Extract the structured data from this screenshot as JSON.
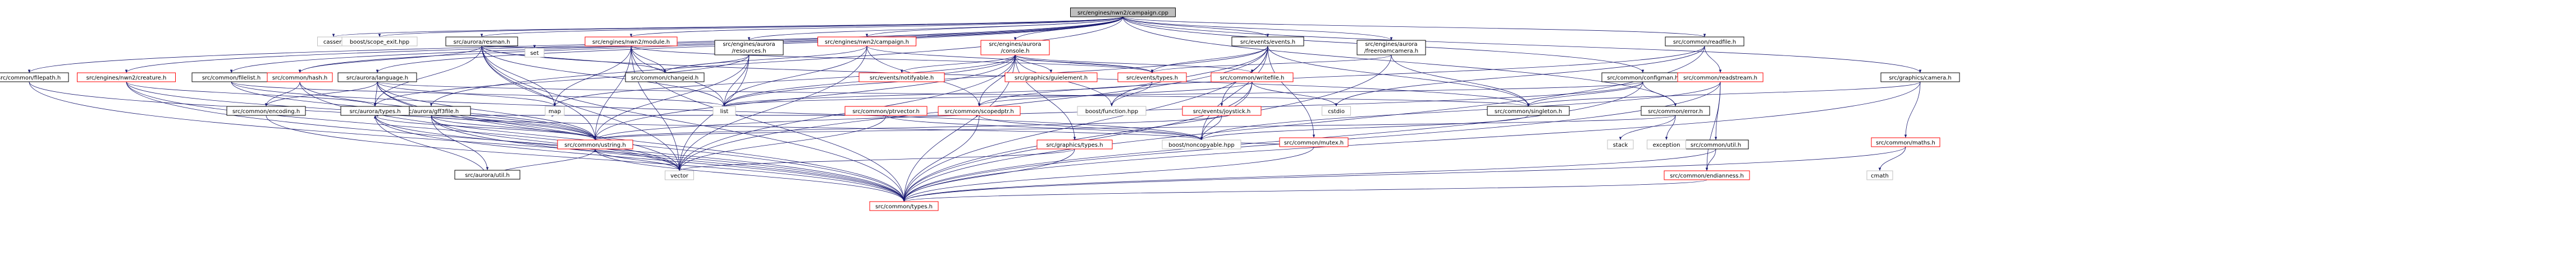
{
  "root": "src/engines/nwn2/campaign.cpp",
  "colors": {
    "edge": "#191970",
    "linked_border": "#000000",
    "link_border": "#ff0000",
    "external_border": "#bfbfbf",
    "root_fill": "#bfbfbf",
    "text": "#000000"
  },
  "nodes": [
    {
      "id": "root",
      "label": "src/engines/nwn2/campaign.cpp",
      "kind": "root"
    },
    {
      "id": "cassert",
      "label": "cassert",
      "kind": "external"
    },
    {
      "id": "scope_exit",
      "label": "boost/scope_exit.hpp",
      "kind": "external"
    },
    {
      "id": "aurora_resman",
      "label": "src/aurora/resman.h",
      "kind": "linked"
    },
    {
      "id": "common_filepath",
      "label": "src/common/filepath.h",
      "kind": "linked"
    },
    {
      "id": "nwn2_creature",
      "label": "src/engines/nwn2/creature.h",
      "kind": "link"
    },
    {
      "id": "common_filelist",
      "label": "src/common/filelist.h",
      "kind": "linked"
    },
    {
      "id": "common_hash",
      "label": "src/common/hash.h",
      "kind": "link"
    },
    {
      "id": "aurora_language",
      "label": "src/aurora/language.h",
      "kind": "linked"
    },
    {
      "id": "aurora_gff3file",
      "label": "src/aurora/gff3file.h",
      "kind": "linked"
    },
    {
      "id": "set",
      "label": "set",
      "kind": "external"
    },
    {
      "id": "nwn2_module",
      "label": "src/engines/nwn2/module.h",
      "kind": "link"
    },
    {
      "id": "aurora_resources",
      "label": "src/engines/aurora\n/resources.h",
      "kind": "linked"
    },
    {
      "id": "nwn2_campaign_h",
      "label": "src/engines/nwn2/campaign.h",
      "kind": "link"
    },
    {
      "id": "aurora_console",
      "label": "src/engines/aurora\n/console.h",
      "kind": "link"
    },
    {
      "id": "events_events",
      "label": "src/events/events.h",
      "kind": "linked"
    },
    {
      "id": "freeroamcamera",
      "label": "src/engines/aurora\n/freeroamcamera.h",
      "kind": "linked"
    },
    {
      "id": "common_readfile",
      "label": "src/common/readfile.h",
      "kind": "linked"
    },
    {
      "id": "graphics_camera",
      "label": "src/graphics/camera.h",
      "kind": "linked"
    },
    {
      "id": "common_configman",
      "label": "src/common/configman.h",
      "kind": "linked"
    },
    {
      "id": "common_changeid",
      "label": "src/common/changeid.h",
      "kind": "linked"
    },
    {
      "id": "events_notifyable",
      "label": "src/events/notifyable.h",
      "kind": "link"
    },
    {
      "id": "graphics_guielement",
      "label": "src/graphics/guielement.h",
      "kind": "link"
    },
    {
      "id": "events_types",
      "label": "src/events/types.h",
      "kind": "link"
    },
    {
      "id": "common_writefile",
      "label": "src/common/writefile.h",
      "kind": "link"
    },
    {
      "id": "common_readstream",
      "label": "src/common/readstream.h",
      "kind": "link"
    },
    {
      "id": "common_encoding",
      "label": "src/common/encoding.h",
      "kind": "linked"
    },
    {
      "id": "aurora_types",
      "label": "src/aurora/types.h",
      "kind": "linked"
    },
    {
      "id": "map",
      "label": "map",
      "kind": "external"
    },
    {
      "id": "list",
      "label": "list",
      "kind": "external"
    },
    {
      "id": "common_ptrvector",
      "label": "src/common/ptrvector.h",
      "kind": "link"
    },
    {
      "id": "common_scopedptr",
      "label": "src/common/scopedptr.h",
      "kind": "link"
    },
    {
      "id": "boost_function",
      "label": "boost/function.hpp",
      "kind": "external"
    },
    {
      "id": "events_joystick",
      "label": "src/events/joystick.h",
      "kind": "link"
    },
    {
      "id": "cstdio",
      "label": "cstdio",
      "kind": "external"
    },
    {
      "id": "common_singleton",
      "label": "src/common/singleton.h",
      "kind": "linked"
    },
    {
      "id": "common_error",
      "label": "src/common/error.h",
      "kind": "linked"
    },
    {
      "id": "common_mutex",
      "label": "src/common/mutex.h",
      "kind": "link"
    },
    {
      "id": "common_maths",
      "label": "src/common/maths.h",
      "kind": "link"
    },
    {
      "id": "common_ustring",
      "label": "src/common/ustring.h",
      "kind": "link"
    },
    {
      "id": "aurora_util",
      "label": "src/aurora/util.h",
      "kind": "linked"
    },
    {
      "id": "graphics_types",
      "label": "src/graphics/types.h",
      "kind": "link"
    },
    {
      "id": "boost_noncopyable",
      "label": "boost/noncopyable.hpp",
      "kind": "external"
    },
    {
      "id": "common_util",
      "label": "src/common/util.h",
      "kind": "linked"
    },
    {
      "id": "stack",
      "label": "stack",
      "kind": "external"
    },
    {
      "id": "exception",
      "label": "exception",
      "kind": "external"
    },
    {
      "id": "vector",
      "label": "vector",
      "kind": "external"
    },
    {
      "id": "common_endianness",
      "label": "src/common/endianness.h",
      "kind": "link"
    },
    {
      "id": "cmath",
      "label": "cmath",
      "kind": "external"
    },
    {
      "id": "common_types",
      "label": "src/common/types.h",
      "kind": "link"
    }
  ],
  "edges": [
    [
      "root",
      "cassert"
    ],
    [
      "root",
      "scope_exit"
    ],
    [
      "root",
      "aurora_resman"
    ],
    [
      "root",
      "common_filepath"
    ],
    [
      "root",
      "nwn2_creature"
    ],
    [
      "root",
      "common_filelist"
    ],
    [
      "root",
      "common_hash"
    ],
    [
      "root",
      "aurora_language"
    ],
    [
      "root",
      "aurora_gff3file"
    ],
    [
      "root",
      "nwn2_module"
    ],
    [
      "root",
      "aurora_resources"
    ],
    [
      "root",
      "nwn2_campaign_h"
    ],
    [
      "root",
      "aurora_console"
    ],
    [
      "root",
      "events_events"
    ],
    [
      "root",
      "freeroamcamera"
    ],
    [
      "root",
      "common_readfile"
    ],
    [
      "root",
      "graphics_camera"
    ],
    [
      "root",
      "common_configman"
    ],
    [
      "root",
      "common_error"
    ],
    [
      "aurora_resman",
      "set"
    ],
    [
      "aurora_resman",
      "map"
    ],
    [
      "aurora_resman",
      "list"
    ],
    [
      "aurora_resman",
      "common_hash"
    ],
    [
      "aurora_resman",
      "common_changeid"
    ],
    [
      "aurora_resman",
      "aurora_types"
    ],
    [
      "aurora_resman",
      "common_ustring"
    ],
    [
      "aurora_resman",
      "common_singleton"
    ],
    [
      "aurora_resman",
      "vector"
    ],
    [
      "aurora_resman",
      "common_types"
    ],
    [
      "common_filepath",
      "common_ustring"
    ],
    [
      "common_filepath",
      "common_types"
    ],
    [
      "nwn2_creature",
      "aurora_types"
    ],
    [
      "nwn2_creature",
      "common_ustring"
    ],
    [
      "nwn2_creature",
      "common_types"
    ],
    [
      "nwn2_creature",
      "vector"
    ],
    [
      "common_filelist",
      "list"
    ],
    [
      "common_filelist",
      "common_ustring"
    ],
    [
      "common_filelist",
      "boost_noncopyable"
    ],
    [
      "common_hash",
      "common_encoding"
    ],
    [
      "common_hash",
      "common_ustring"
    ],
    [
      "common_hash",
      "common_types"
    ],
    [
      "aurora_language",
      "aurora_types"
    ],
    [
      "aurora_language",
      "common_ustring"
    ],
    [
      "aurora_language",
      "common_encoding"
    ],
    [
      "aurora_language",
      "map"
    ],
    [
      "aurora_language",
      "common_singleton"
    ],
    [
      "aurora_language",
      "common_types"
    ],
    [
      "aurora_language",
      "vector"
    ],
    [
      "aurora_gff3file",
      "aurora_types"
    ],
    [
      "aurora_gff3file",
      "aurora_util"
    ],
    [
      "aurora_gff3file",
      "common_ptrvector"
    ],
    [
      "aurora_gff3file",
      "common_scopedptr"
    ],
    [
      "aurora_gff3file",
      "map"
    ],
    [
      "aurora_gff3file",
      "vector"
    ],
    [
      "aurora_gff3file",
      "common_ustring"
    ],
    [
      "aurora_gff3file",
      "common_types"
    ],
    [
      "aurora_gff3file",
      "boost_noncopyable"
    ],
    [
      "nwn2_module",
      "list"
    ],
    [
      "nwn2_module",
      "map"
    ],
    [
      "nwn2_module",
      "set"
    ],
    [
      "nwn2_module",
      "common_changeid"
    ],
    [
      "nwn2_module",
      "common_ustring"
    ],
    [
      "nwn2_module",
      "events_types"
    ],
    [
      "nwn2_module",
      "vector"
    ],
    [
      "nwn2_module",
      "common_types"
    ],
    [
      "aurora_resources",
      "common_changeid"
    ],
    [
      "aurora_resources",
      "aurora_types"
    ],
    [
      "aurora_resources",
      "list"
    ],
    [
      "aurora_resources",
      "vector"
    ],
    [
      "aurora_resources",
      "common_ustring"
    ],
    [
      "nwn2_campaign_h",
      "list"
    ],
    [
      "nwn2_campaign_h",
      "common_changeid"
    ],
    [
      "nwn2_campaign_h",
      "common_scopedptr"
    ],
    [
      "nwn2_campaign_h",
      "events_types"
    ],
    [
      "nwn2_campaign_h",
      "vector"
    ],
    [
      "aurora_console",
      "list"
    ],
    [
      "aurora_console",
      "map"
    ],
    [
      "aurora_console",
      "vector"
    ],
    [
      "aurora_console",
      "events_notifyable"
    ],
    [
      "aurora_console",
      "graphics_guielement"
    ],
    [
      "aurora_console",
      "events_types"
    ],
    [
      "aurora_console",
      "common_writefile"
    ],
    [
      "aurora_console",
      "common_scopedptr"
    ],
    [
      "aurora_console",
      "boost_function"
    ],
    [
      "aurora_console",
      "common_ustring"
    ],
    [
      "aurora_console",
      "graphics_types"
    ],
    [
      "aurora_console",
      "common_types"
    ],
    [
      "events_events",
      "events_types"
    ],
    [
      "events_events",
      "events_joystick"
    ],
    [
      "events_events",
      "common_singleton"
    ],
    [
      "events_events",
      "common_mutex"
    ],
    [
      "events_events",
      "boost_function"
    ],
    [
      "events_events",
      "list"
    ],
    [
      "events_events",
      "common_types"
    ],
    [
      "events_events",
      "vector"
    ],
    [
      "events_events",
      "boost_noncopyable"
    ],
    [
      "freeroamcamera",
      "common_singleton"
    ],
    [
      "freeroamcamera",
      "events_types"
    ],
    [
      "freeroamcamera",
      "common_types"
    ],
    [
      "common_readfile",
      "common_readstream"
    ],
    [
      "common_readfile",
      "common_types"
    ],
    [
      "common_readfile",
      "cstdio"
    ],
    [
      "common_readfile",
      "common_scopedptr"
    ],
    [
      "graphics_camera",
      "common_singleton"
    ],
    [
      "graphics_camera",
      "common_maths"
    ],
    [
      "graphics_camera",
      "common_types"
    ],
    [
      "common_configman",
      "common_singleton"
    ],
    [
      "common_configman",
      "common_error"
    ],
    [
      "common_configman",
      "common_ustring"
    ],
    [
      "common_configman",
      "list"
    ],
    [
      "common_configman",
      "common_types"
    ],
    [
      "common_readstream",
      "common_util"
    ],
    [
      "common_readstream",
      "common_endianness"
    ],
    [
      "common_readstream",
      "boost_noncopyable"
    ],
    [
      "common_readstream",
      "common_types"
    ],
    [
      "events_types",
      "boost_function"
    ],
    [
      "events_types",
      "list"
    ],
    [
      "common_writefile",
      "cstdio"
    ],
    [
      "common_writefile",
      "common_scopedptr"
    ],
    [
      "common_writefile",
      "boost_noncopyable"
    ],
    [
      "common_writefile",
      "common_types"
    ],
    [
      "common_encoding",
      "common_types"
    ],
    [
      "aurora_types",
      "vector"
    ],
    [
      "aurora_types",
      "common_types"
    ],
    [
      "aurora_types",
      "common_ustring"
    ],
    [
      "common_ptrvector",
      "vector"
    ],
    [
      "common_ptrvector",
      "boost_noncopyable"
    ],
    [
      "common_scopedptr",
      "common_types"
    ],
    [
      "common_scopedptr",
      "boost_noncopyable"
    ],
    [
      "events_joystick",
      "common_ustring"
    ],
    [
      "events_joystick",
      "boost_noncopyable"
    ],
    [
      "common_singleton",
      "boost_noncopyable"
    ],
    [
      "common_error",
      "stack"
    ],
    [
      "common_error",
      "exception"
    ],
    [
      "common_error",
      "common_ustring"
    ],
    [
      "common_mutex",
      "boost_noncopyable"
    ],
    [
      "common_mutex",
      "common_types"
    ],
    [
      "common_maths",
      "cmath"
    ],
    [
      "common_maths",
      "common_types"
    ],
    [
      "common_ustring",
      "common_types"
    ],
    [
      "common_ustring",
      "vector"
    ],
    [
      "aurora_util",
      "common_ustring"
    ],
    [
      "aurora_util",
      "aurora_types"
    ],
    [
      "graphics_types",
      "vector"
    ],
    [
      "graphics_types",
      "common_types"
    ],
    [
      "common_util",
      "common_endianness"
    ],
    [
      "common_util",
      "common_types"
    ],
    [
      "common_endianness",
      "common_types"
    ]
  ]
}
